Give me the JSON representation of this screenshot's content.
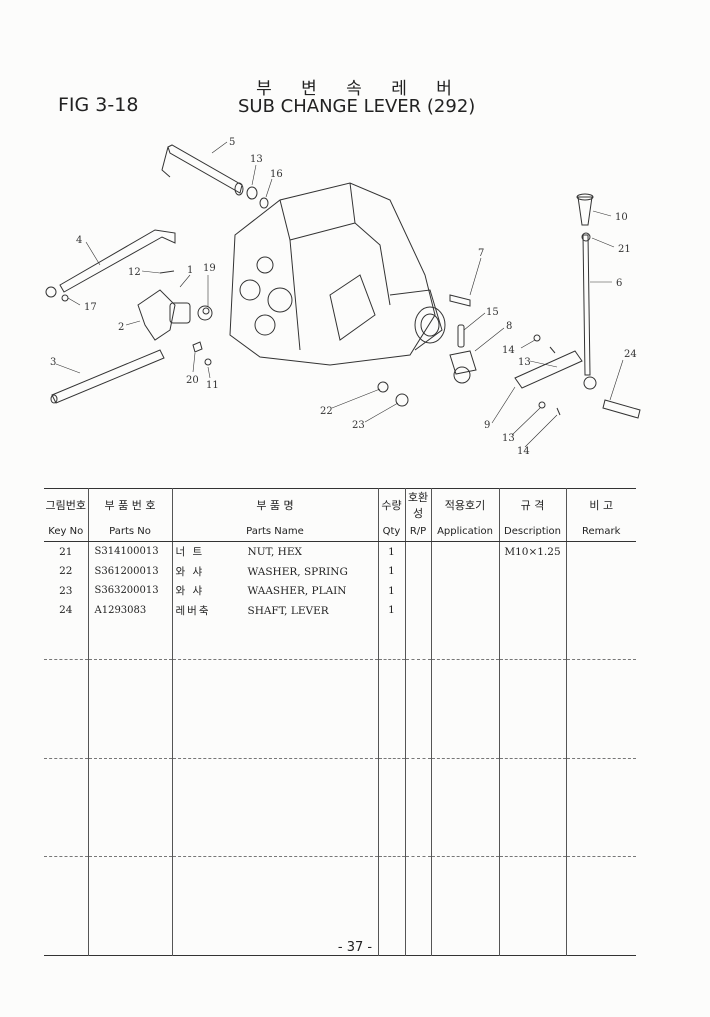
{
  "header": {
    "title_ko": "부 변 속 레 버",
    "fig_label": "FIG 3-18",
    "title_en": "SUB CHANGE LEVER (292)"
  },
  "diagram": {
    "callouts": [
      "1",
      "2",
      "3",
      "4",
      "5",
      "6",
      "7",
      "8",
      "9",
      "10",
      "11",
      "12",
      "13",
      "13",
      "13",
      "14",
      "14",
      "15",
      "16",
      "17",
      "19",
      "20",
      "21",
      "22",
      "23",
      "24"
    ]
  },
  "table": {
    "headers_ko": [
      "그림번호",
      "부 품 번 호",
      "부   품   명",
      "수량",
      "호환성",
      "적용호기",
      "규  격",
      "비  고"
    ],
    "headers_en": [
      "Key No",
      "Parts No",
      "Parts Name",
      "Qty",
      "R/P",
      "Application",
      "Description",
      "Remark"
    ],
    "rows": [
      {
        "key": "21",
        "part_no": "S314100013",
        "name_ko": "너 트",
        "name_en": "NUT, HEX",
        "qty": "1",
        "rp": "",
        "application": "",
        "description": "M10×1.25",
        "remark": ""
      },
      {
        "key": "22",
        "part_no": "S361200013",
        "name_ko": "와 샤",
        "name_en": "WASHER, SPRING",
        "qty": "1",
        "rp": "",
        "application": "",
        "description": "",
        "remark": ""
      },
      {
        "key": "23",
        "part_no": "S363200013",
        "name_ko": "와 샤",
        "name_en": "WAASHER, PLAIN",
        "qty": "1",
        "rp": "",
        "application": "",
        "description": "",
        "remark": ""
      },
      {
        "key": "24",
        "part_no": "A1293083",
        "name_ko": "레버축",
        "name_en": "SHAFT, LEVER",
        "qty": "1",
        "rp": "",
        "application": "",
        "description": "",
        "remark": ""
      }
    ]
  },
  "footer": {
    "page_number": "- 37 -"
  }
}
